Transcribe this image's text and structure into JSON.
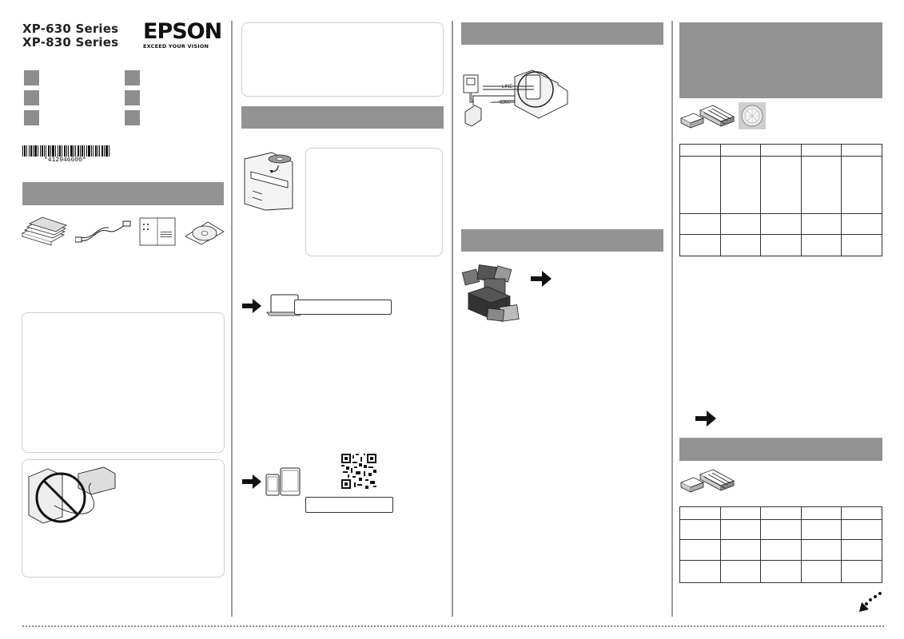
{
  "header": {
    "title_line1": "XP-630 Series",
    "title_line2": "XP-830 Series",
    "brand": "EPSON",
    "tagline": "EXCEED YOUR VISION",
    "barcode_text": "*412946600*"
  },
  "fax": {
    "line_label": "LINE",
    "ext_label": "EXT."
  },
  "colors": {
    "section_bar": "#939393",
    "language_square": "#8d8d8d",
    "divider": "#9a9a9a",
    "box_border": "#cfcfcf"
  },
  "icons": [
    "ink-cartridges-icon",
    "power-cord-icon",
    "manual-icon",
    "cd-icon",
    "no-usb-icon",
    "cd-insert-icon",
    "computer-icon",
    "smartphone-icon",
    "tablet-icon",
    "qr-code-icon",
    "phone-line-icon",
    "printer-icon",
    "arrow-right-icon",
    "fold-arrow-icon"
  ]
}
